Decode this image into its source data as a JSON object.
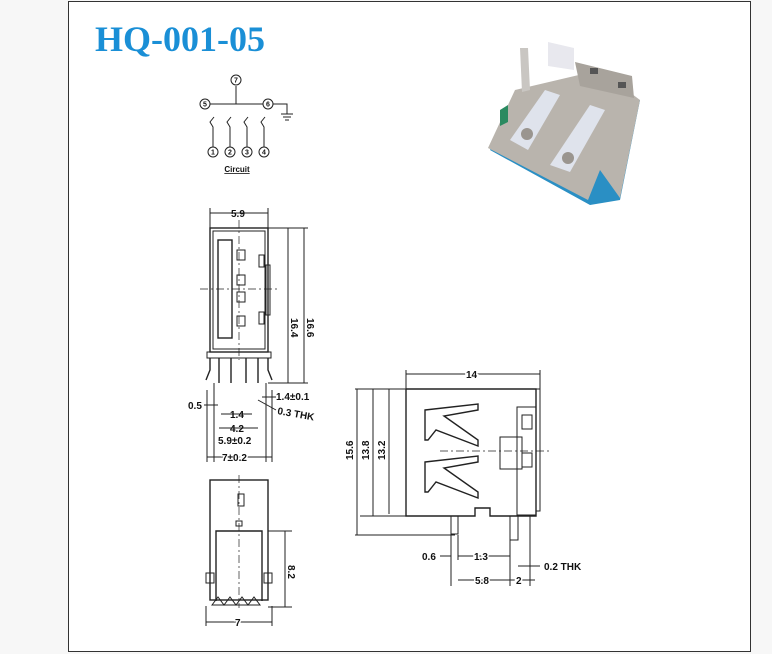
{
  "title": "HQ-001-05",
  "colors": {
    "title": "#1a8fd6",
    "housing": "#2a8fc4",
    "shell": "#b9b4ad"
  },
  "circuit": {
    "label": "Circuit",
    "nodes": [
      "7",
      "5",
      "6",
      "1",
      "2",
      "3",
      "4"
    ]
  },
  "front_view": {
    "width": "5.9",
    "height_inner": "16.4",
    "height_outer": "16.6",
    "pin_pitch_tol": "1.4±0.1",
    "pin_width": "0.5",
    "pin_pitch": "1.4",
    "thickness": "0.3 THK",
    "pin_span": "4.2",
    "leg_span": "5.9±0.2",
    "total_width": "7±0.2"
  },
  "bottom_view": {
    "height": "8.2",
    "width": "7"
  },
  "side_view": {
    "length": "14",
    "height_total": "15.6",
    "height_body": "13.8",
    "height_shell": "13.2",
    "pin_width": "0.6",
    "pin_offset": "1.3",
    "thickness": "0.2 THK",
    "pin_distance": "5.8",
    "leg_distance": "2"
  }
}
